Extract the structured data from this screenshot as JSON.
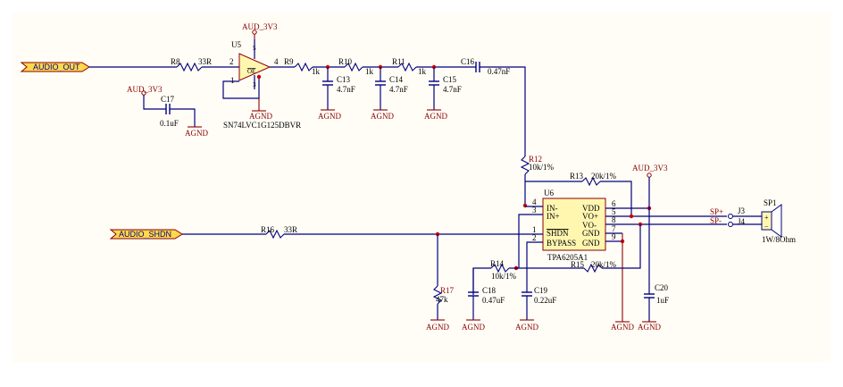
{
  "ports": {
    "audio_out": "AUDIO_OUT",
    "audio_shdn": "AUDIO_SHDN"
  },
  "power": {
    "aud_3v3": "AUD_3V3",
    "agnd": "AGND"
  },
  "u5": {
    "ref": "U5",
    "part": "SN74LVC1G125DBVR",
    "pins": {
      "in": "2",
      "out": "4",
      "oe": "1",
      "vcc": "5",
      "gnd": "3"
    },
    "oe_label": "OE"
  },
  "u6": {
    "ref": "U6",
    "part": "TPA6205A1",
    "left_pins": [
      {
        "name": "IN-",
        "num": "4"
      },
      {
        "name": "IN+",
        "num": "3"
      },
      {
        "name": "SHDN",
        "num": "1"
      },
      {
        "name": "BYPASS",
        "num": "2"
      }
    ],
    "right_pins": [
      {
        "name": "VDD",
        "num": "6"
      },
      {
        "name": "VO+",
        "num": "5"
      },
      {
        "name": "VO-",
        "num": "8"
      },
      {
        "name": "GND",
        "num": "7"
      },
      {
        "name": "GND",
        "num": "9"
      }
    ]
  },
  "resistors": {
    "r8": {
      "ref": "R8",
      "value": "33R"
    },
    "r9": {
      "ref": "R9",
      "value": "1k"
    },
    "r10": {
      "ref": "R10",
      "value": "1k"
    },
    "r11": {
      "ref": "R11",
      "value": "1k"
    },
    "r12": {
      "ref": "R12",
      "value": "10k/1%"
    },
    "r13": {
      "ref": "R13",
      "value": "20k/1%"
    },
    "r14": {
      "ref": "R14",
      "value": "10k/1%"
    },
    "r15": {
      "ref": "R15",
      "value": "20k/1%"
    },
    "r16": {
      "ref": "R16",
      "value": "33R"
    },
    "r17": {
      "ref": "R17",
      "value": "47k"
    }
  },
  "capacitors": {
    "c13": {
      "ref": "C13",
      "value": "4.7nF"
    },
    "c14": {
      "ref": "C14",
      "value": "4.7nF"
    },
    "c15": {
      "ref": "C15",
      "value": "4.7nF"
    },
    "c16": {
      "ref": "C16",
      "value": "0.47nF"
    },
    "c17": {
      "ref": "C17",
      "value": "0.1uF"
    },
    "c18": {
      "ref": "C18",
      "value": "0.47uF"
    },
    "c19": {
      "ref": "C19",
      "value": "0.22uF"
    },
    "c20": {
      "ref": "C20",
      "value": "1uF"
    }
  },
  "connectors": {
    "j3": {
      "ref": "J3",
      "net": "SP+"
    },
    "j4": {
      "ref": "J4",
      "net": "SP-"
    }
  },
  "speaker": {
    "ref": "SP1",
    "value": "1W/8Ohm",
    "plus": "+",
    "minus": "−"
  },
  "colors": {
    "wire": "#000080",
    "power": "#8b0000",
    "junction": "#c80000",
    "chip_fill": "#fff6b0",
    "port_fill": "#ffd84d"
  }
}
